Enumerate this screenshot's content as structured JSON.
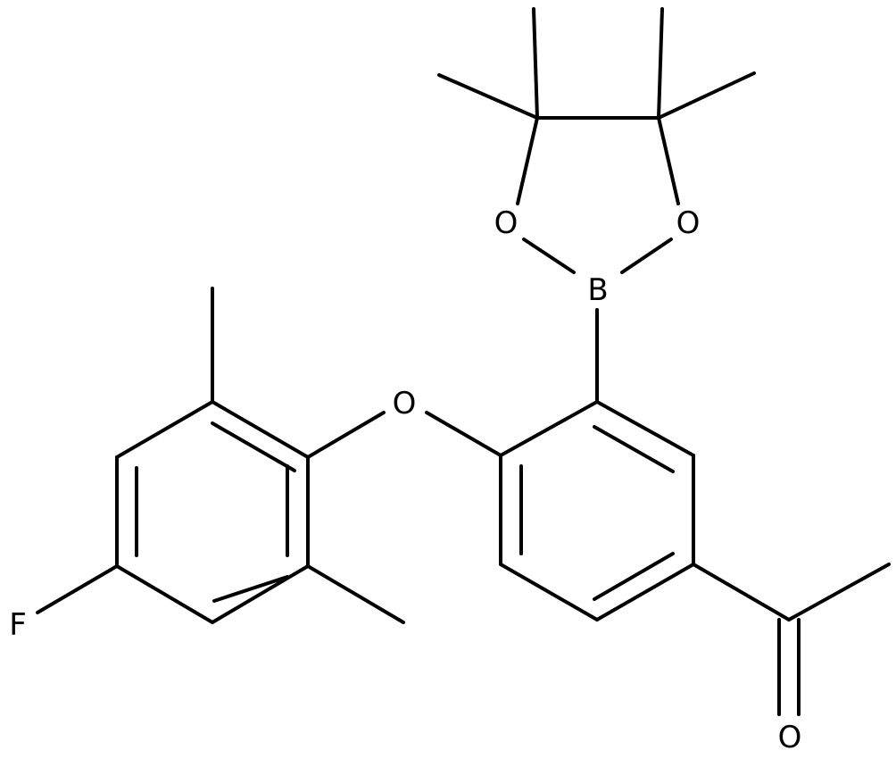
{
  "diagram": {
    "atom_labels": {
      "o_ring_left": "O",
      "o_ring_right": "O",
      "boron": "B",
      "o_ether": "O",
      "fluorine": "F",
      "o_carbonyl": "O"
    }
  }
}
